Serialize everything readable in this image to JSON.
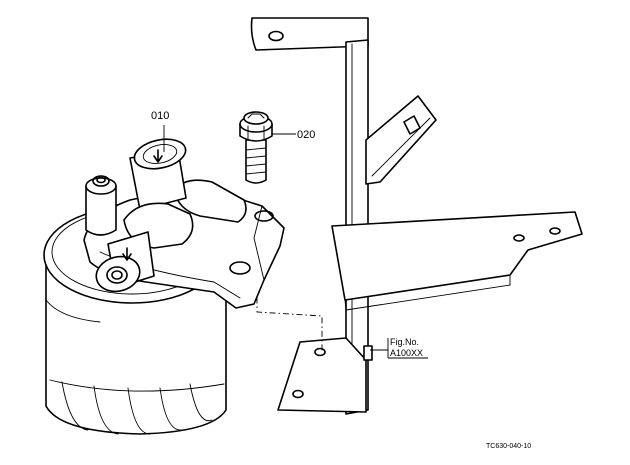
{
  "callouts": {
    "part_010": "010",
    "part_020": "020"
  },
  "figure_ref": {
    "line1": "Fig.No.",
    "line2": "A100XX"
  },
  "drawing_code": "TC630-040-10"
}
